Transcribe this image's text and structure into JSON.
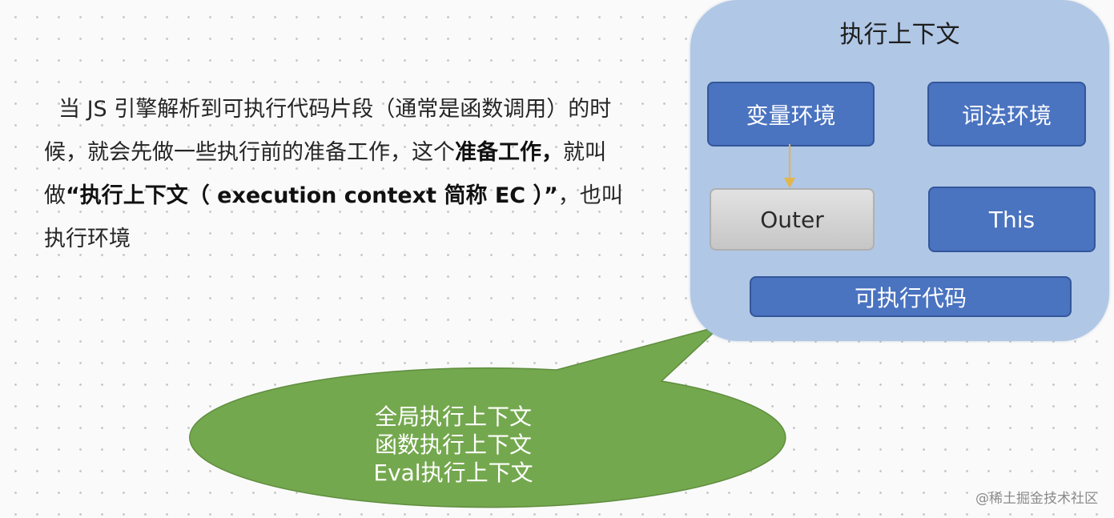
{
  "intro": {
    "part1": "当 JS 引擎解析到可执行代码片段（通常是函数调用）的时候，就会先做一些执行前的准备工作，这个",
    "bold1": "准备工作，",
    "part2": "就叫做",
    "bold2": "“执行上下文（ execution context 简称 EC ）”",
    "part3": "，也叫执行环境"
  },
  "context": {
    "title": "执行上下文",
    "variable_env": "变量环境",
    "lexical_env": "词法环境",
    "outer": "Outer",
    "this": "This",
    "executable_code": "可执行代码"
  },
  "bubble": {
    "lines": [
      "全局执行上下文",
      "函数执行上下文",
      "Eval执行上下文"
    ]
  },
  "watermark": "@稀土掘金技术社区",
  "colors": {
    "panel": "#b0c7e6",
    "block_blue": "#4a73c0",
    "block_gray": "#d4d4d4",
    "arrow": "#e3b64c",
    "bubble": "#74a84e"
  }
}
